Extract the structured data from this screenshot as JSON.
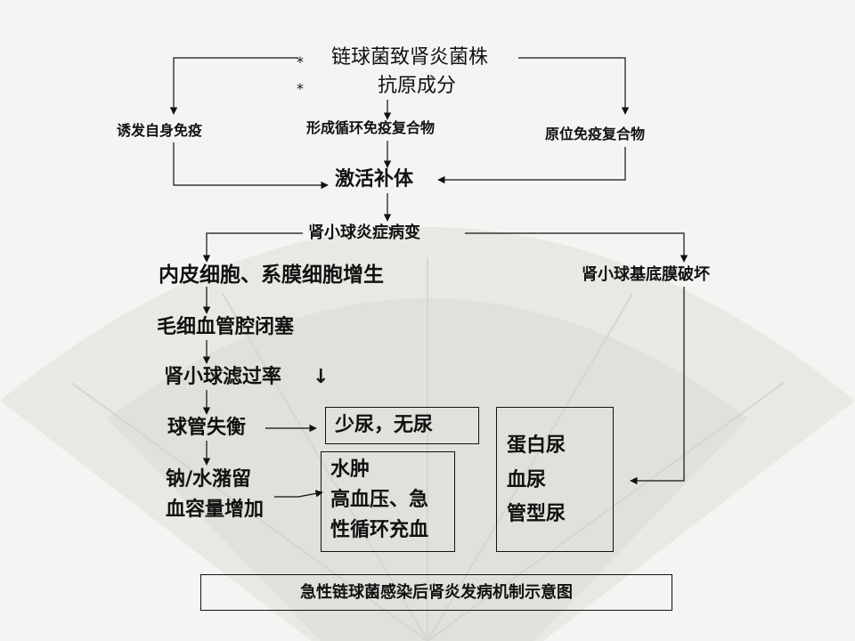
{
  "top": {
    "line1": "链球菌致肾炎菌株",
    "line2": "抗原成分",
    "asterisk1": "*",
    "asterisk2": "*"
  },
  "level2": {
    "left": "诱发自身免疫",
    "center": "形成循环免疫复合物",
    "right": "原位免疫复合物"
  },
  "complement": "激活补体",
  "lesion": "肾小球炎症病变",
  "left_chain": {
    "prolif": "内皮细胞、系膜细胞增生",
    "capillary": "毛细血管腔闭塞",
    "gfr": "肾小球滤过率",
    "down_arrow": "↓",
    "imbalance": "球管失衡",
    "retention_l1": "钠/水潴留",
    "retention_l2": "血容量增加"
  },
  "right_chain": {
    "membrane": "肾小球基底膜破坏"
  },
  "outcome_boxes": {
    "oliguria": "少尿，无尿",
    "edema": [
      "水肿",
      "高血压、急",
      "性循环充血"
    ],
    "urine": [
      "蛋白尿",
      "血尿",
      "管型尿"
    ]
  },
  "caption": "急性链球菌感染后肾炎发病机制示意图"
}
